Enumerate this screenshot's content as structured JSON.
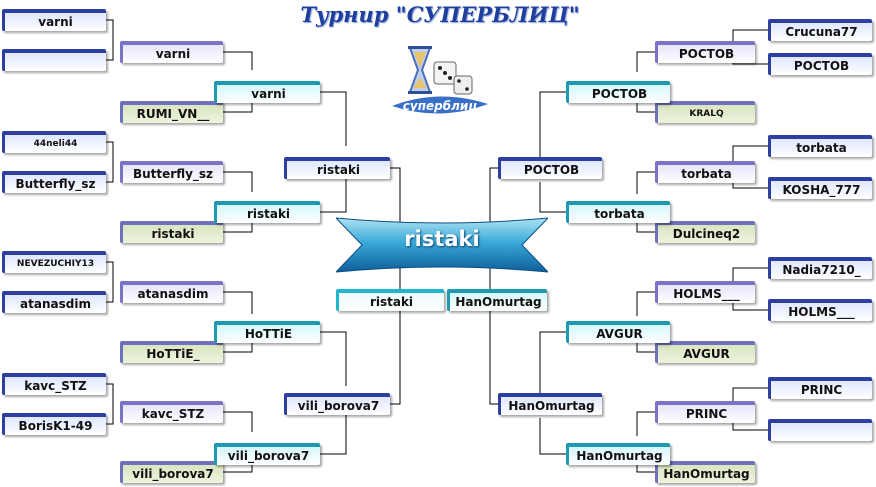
{
  "title": "Турнир \"СУПЕРБЛИЦ\"",
  "logo_text": "суперблиц",
  "champion": "ristaki",
  "colors": {
    "round1": "#2e3fa2",
    "round2": "#7a72c4",
    "round3": "#1c9ab0",
    "semi": "#22b6cc",
    "winner_cell": "#d9e6bf",
    "lines": "#000000",
    "title": "#1f3f9e"
  },
  "left": {
    "round1": [
      "varni",
      "",
      "44neli44",
      "Butterfly_sz",
      "NEVEZUCHIY13",
      "atanasdim",
      "kavc_STZ",
      "BorisK1-49"
    ],
    "round2": [
      "varni",
      "RUMI_VN__",
      "Butterfly_sz",
      "ristaki",
      "atanasdim",
      "HoTTiE_",
      "kavc_STZ",
      "vili_borova7"
    ],
    "round3": [
      "varni",
      "ristaki",
      "HoTTiE",
      "vili_borova7"
    ],
    "round4": [
      "ristaki",
      "vili_borova7"
    ],
    "semi": "ristaki"
  },
  "right": {
    "round1": [
      "Crucuna77",
      "РОСТОВ",
      "torbata",
      "KOSHA_777",
      "Nadia7210_",
      "HOLMS___",
      "PRINC",
      ""
    ],
    "round2": [
      "РОСТОВ",
      "KRALQ",
      "torbata",
      "Dulcineq2",
      "HOLMS___",
      "AVGUR",
      "PRINC",
      "HanOmurtag"
    ],
    "round3": [
      "РОСТОВ",
      "torbata",
      "AVGUR",
      "HanOmurtag"
    ],
    "round4": [
      "РОСТОВ",
      "HanOmurtag"
    ],
    "semi": "HanOmurtag"
  }
}
